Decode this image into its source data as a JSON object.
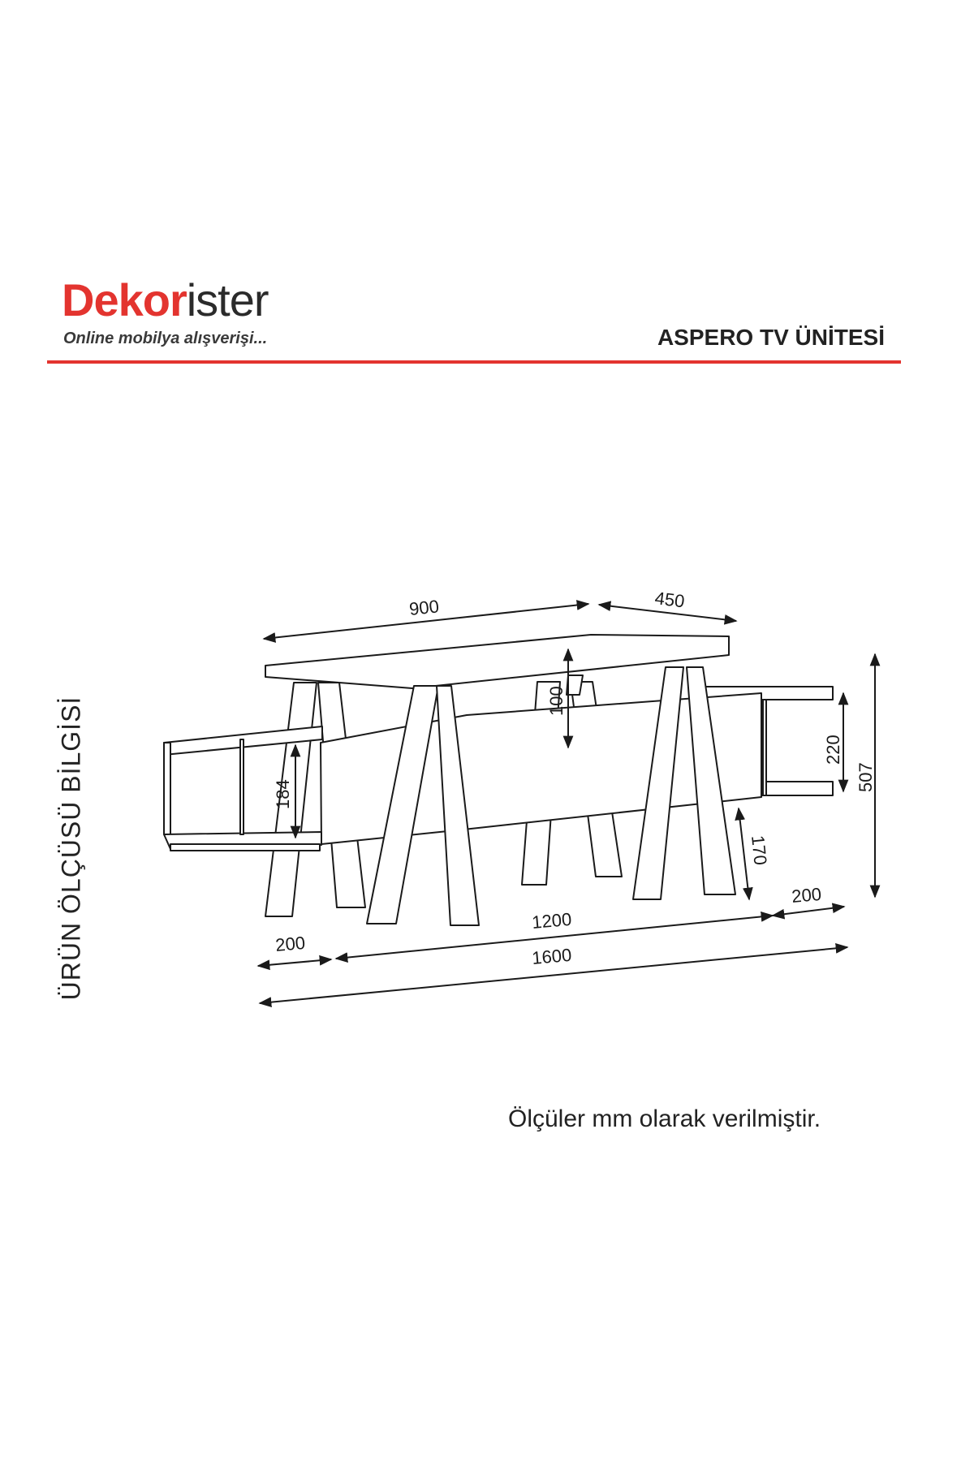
{
  "header": {
    "brand_part1": "Dekor",
    "brand_part2": "ister",
    "tagline": "Online mobilya alışverişi...",
    "product_title": "ASPERO TV ÜNİTESİ",
    "accent_color": "#e3342f"
  },
  "side_title": "ÜRÜN ÖLÇÜSÜ BİLGİSİ",
  "dimensions": {
    "top_width": "900",
    "side_depth": "450",
    "inner_drop": "100",
    "right_shelf_gap": "220",
    "total_height": "507",
    "left_shelf_gap": "184",
    "leg_clearance": "170",
    "left_overhang": "200",
    "right_overhang": "200",
    "center_span": "1200",
    "total_length": "1600"
  },
  "note": "Ölçüler mm olarak verilmiştir."
}
